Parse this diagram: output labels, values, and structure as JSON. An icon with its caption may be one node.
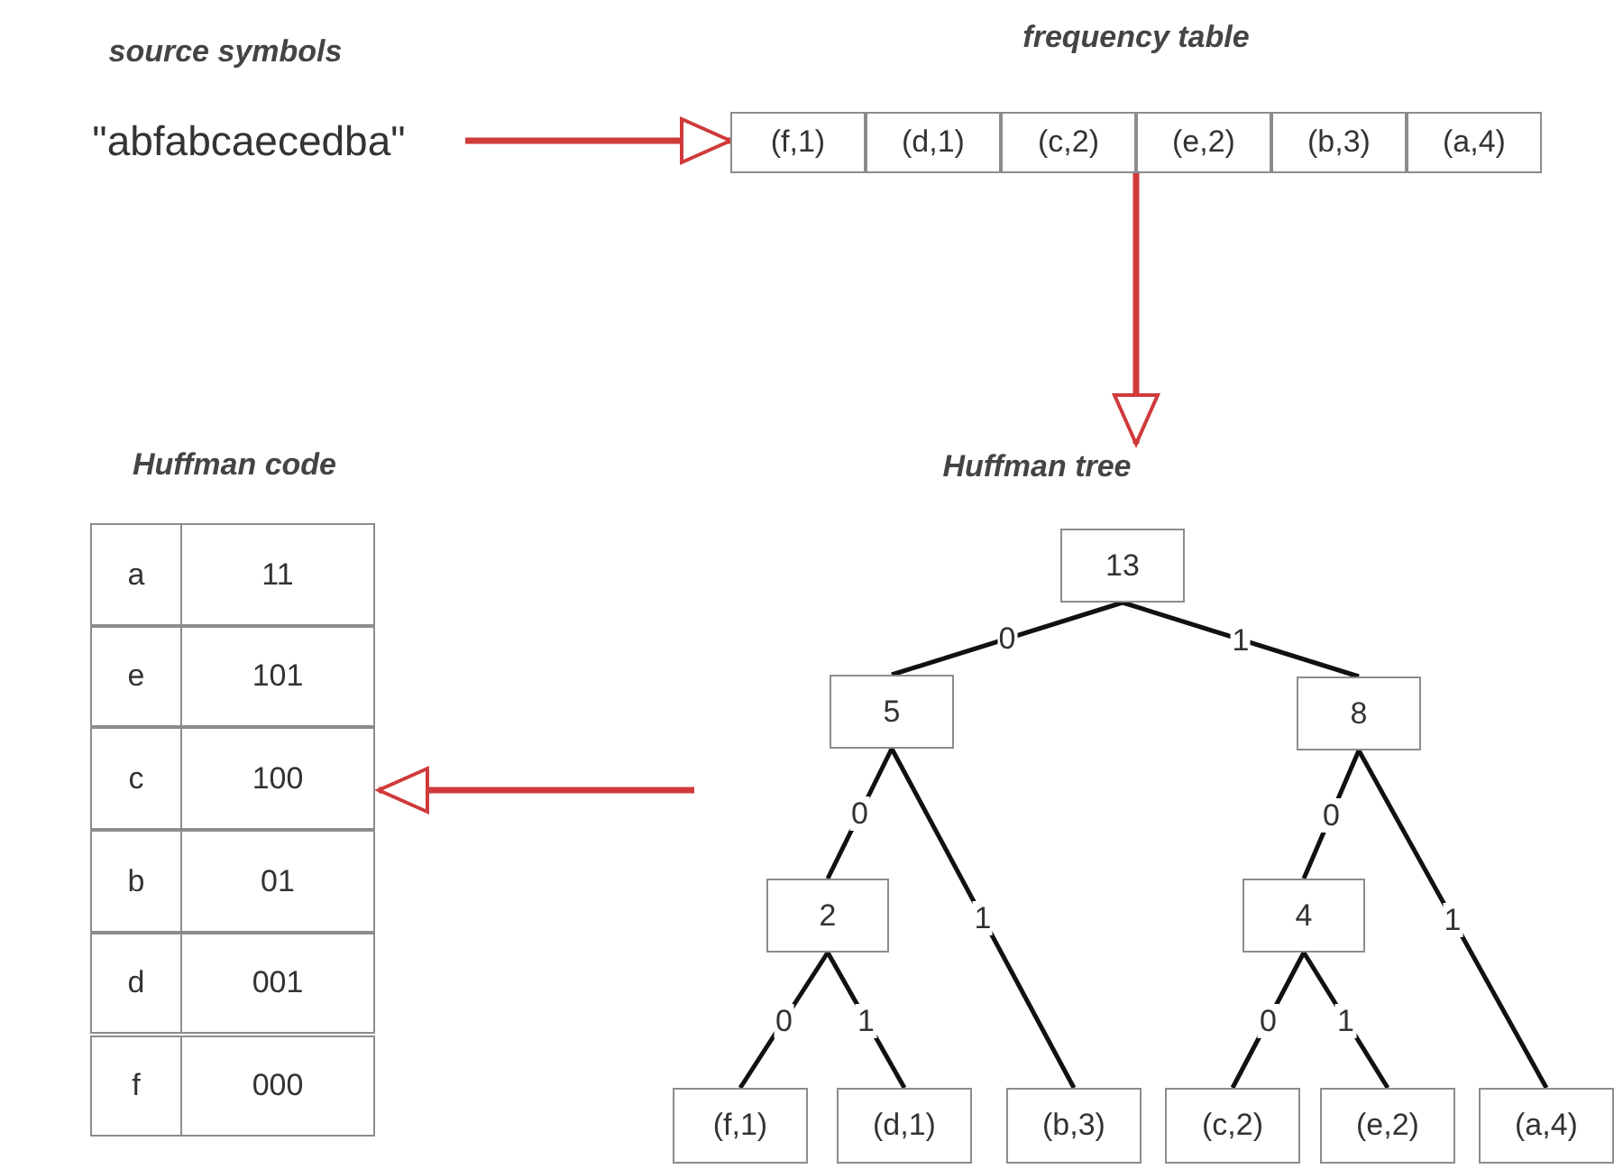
{
  "diagram": {
    "nodes": [
      {
        "text": [
          "\"abfabcaecedba\""
        ]
      },
      {
        "text": [
          "frequency table"
        ]
      },
      {
        "text": [
          "(f,1)"
        ],
        "in": 1
      },
      {
        "text": [
          "(d,1)"
        ],
        "in": 1
      },
      {
        "text": [
          "(c,2)"
        ],
        "in": 1
      },
      {
        "text": [
          "(e,2)"
        ],
        "in": 1
      },
      {
        "text": [
          "(b,3)"
        ],
        "in": 1
      },
      {
        "text": [
          "(a,4)"
        ],
        "in": 1
      },
      {
        "text": [
          "Huffman tree"
        ]
      },
      {
        "text": [
          "13"
        ]
      },
      {
        "text": [
          "5"
        ]
      },
      {
        "text": [
          "8"
        ]
      },
      {
        "text": [
          "2"
        ]
      },
      {
        "text": [
          "4"
        ]
      },
      {
        "text": [
          "(f,1)"
        ]
      },
      {
        "text": [
          "(d,1)"
        ]
      },
      {
        "text": [
          "(b,3)"
        ]
      },
      {
        "text": [
          "(c,2)"
        ]
      },
      {
        "text": [
          "(e,2)"
        ]
      },
      {
        "text": [
          "(a,4)"
        ]
      },
      {
        "text": [
          "Huffman code"
        ]
      },
      {
        "text": [
          "a"
        ],
        "in": 20
      },
      {
        "text": [
          "11"
        ],
        "in": 20
      },
      {
        "text": [
          "e"
        ],
        "in": 20
      },
      {
        "text": [
          "101"
        ],
        "in": 20
      },
      {
        "text": [
          "c"
        ],
        "in": 20
      },
      {
        "text": [
          "100"
        ],
        "in": 20
      },
      {
        "text": [
          "b"
        ],
        "in": 20
      },
      {
        "text": [
          "01"
        ],
        "in": 20
      },
      {
        "text": [
          "d"
        ],
        "in": 20
      },
      {
        "text": [
          "001"
        ],
        "in": 20
      },
      {
        "text": [
          "f"
        ],
        "in": 20
      },
      {
        "text": [
          "000"
        ],
        "in": 20
      }
    ],
    "edges": [
      {
        "from": 0,
        "to": 1,
        "arrow": "to",
        "color": "#d03a3a"
      },
      {
        "from": 1,
        "to": 8,
        "arrow": "to",
        "color": "#d03a3a"
      },
      {
        "from": null,
        "to": 20,
        "arrow": "to",
        "color": "#d03a3a"
      },
      {
        "from": 9,
        "to": 10,
        "arrow": "none",
        "label": "0"
      },
      {
        "from": 9,
        "to": 11,
        "arrow": "none",
        "label": "1"
      },
      {
        "from": 10,
        "to": 12,
        "arrow": "none",
        "label": "0"
      },
      {
        "from": 10,
        "to": 16,
        "arrow": "none",
        "label": "1"
      },
      {
        "from": 11,
        "to": 13,
        "arrow": "none",
        "label": "0"
      },
      {
        "from": 11,
        "to": 19,
        "arrow": "none",
        "label": "1"
      },
      {
        "from": 12,
        "to": 14,
        "arrow": "none",
        "label": "0"
      },
      {
        "from": 12,
        "to": 15,
        "arrow": "none",
        "label": "1"
      },
      {
        "from": 13,
        "to": 17,
        "arrow": "none",
        "label": "0"
      },
      {
        "from": 13,
        "to": 18,
        "arrow": "none",
        "label": "1"
      }
    ],
    "labels": [
      "source symbols"
    ]
  }
}
